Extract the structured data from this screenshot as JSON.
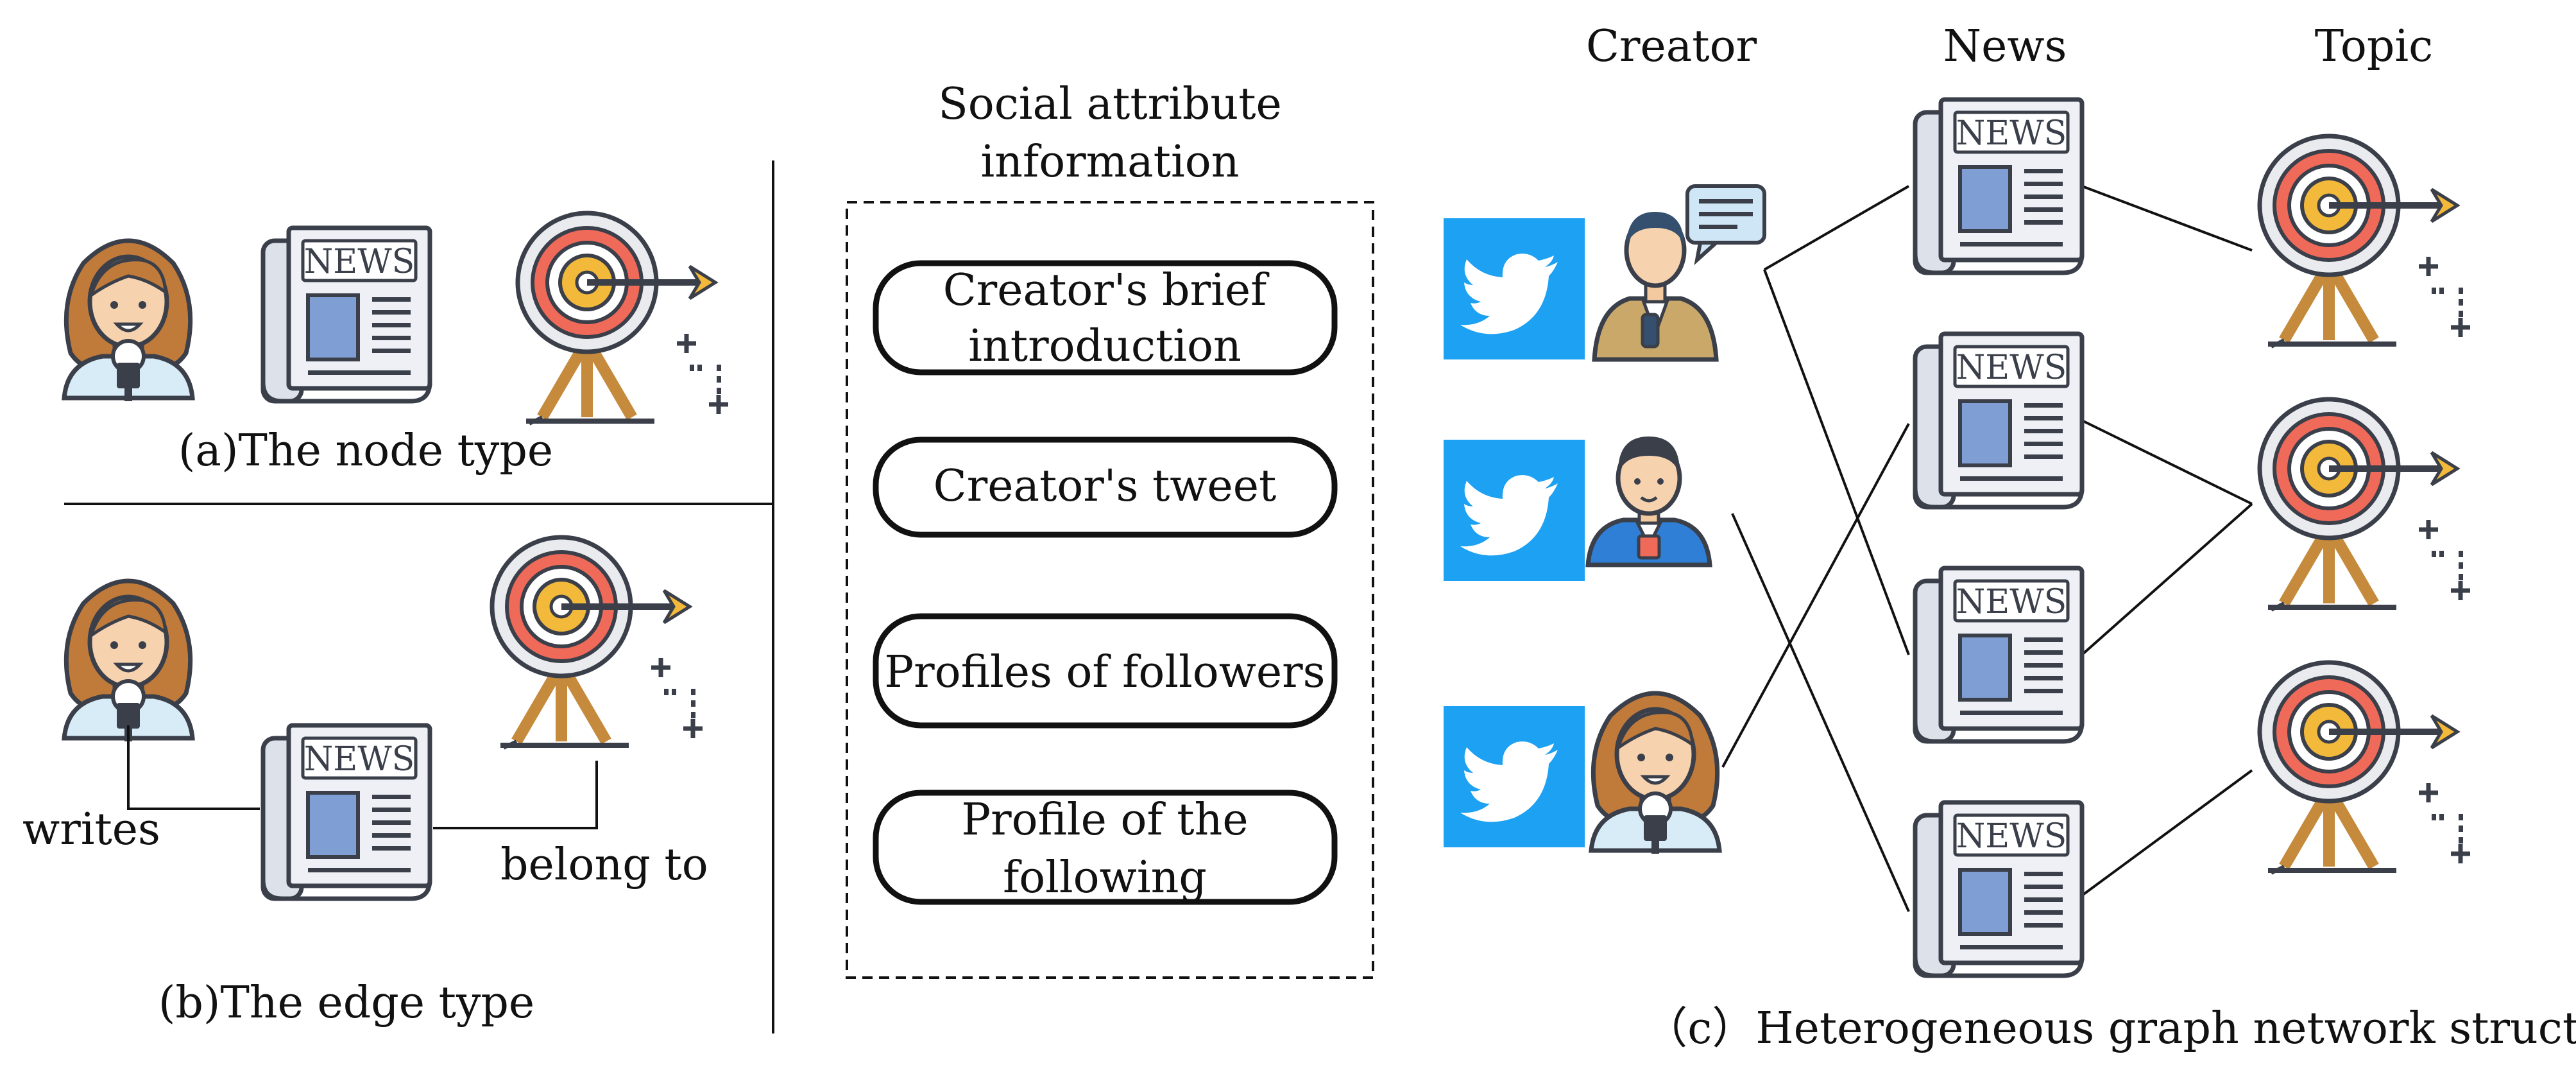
{
  "panel_a": {
    "caption": "(a)The node type"
  },
  "panel_b": {
    "caption": "(b)The edge type",
    "edge_writes": "writes",
    "edge_belong": "belong to"
  },
  "social": {
    "title_line1": "Social attribute",
    "title_line2": "information",
    "items": [
      {
        "line1": "Creator's brief",
        "line2": "introduction"
      },
      {
        "line1": "Creator's tweet"
      },
      {
        "line1": "Profiles of followers"
      },
      {
        "line1": "Profile of the",
        "line2": "following"
      }
    ]
  },
  "panel_c": {
    "col_creator": "Creator",
    "col_news": "News",
    "col_topic": "Topic",
    "caption": "（c）Heterogeneous graph network structure",
    "news_label": "NEWS"
  },
  "colors": {
    "twitter_blue": "#1da1f2",
    "target_red": "#f06a5a",
    "target_yellow": "#f2b93b",
    "news_blue": "#7f9fd4",
    "news_gray": "#dde1ea",
    "outline": "#3a3f4a"
  },
  "icons": [
    "woman-reporter-icon",
    "newspaper-icon",
    "target-icon",
    "twitter-logo-icon",
    "man-reporter-icon",
    "speech-bubble-icon"
  ]
}
